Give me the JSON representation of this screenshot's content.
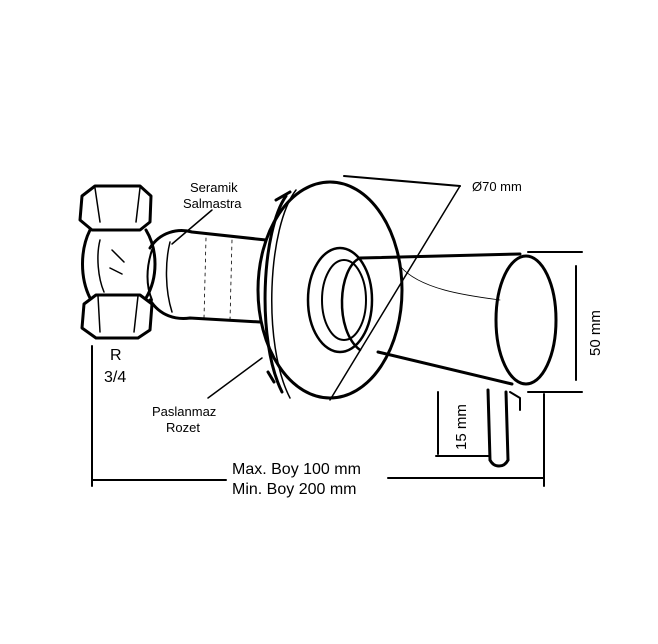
{
  "labels": {
    "seramik_1": "Seramik",
    "seramik_2": "Salmastra",
    "diameter": "Ø70 mm",
    "thread_1": "R",
    "thread_2": "3/4",
    "rozet_1": "Paslanmaz",
    "rozet_2": "Rozet",
    "height": "50 mm",
    "lever": "15 mm",
    "max_len": "Max. Boy 100 mm",
    "min_len": "Min.  Boy 200 mm"
  },
  "colors": {
    "ink": "#000000",
    "paper": "#ffffff"
  }
}
